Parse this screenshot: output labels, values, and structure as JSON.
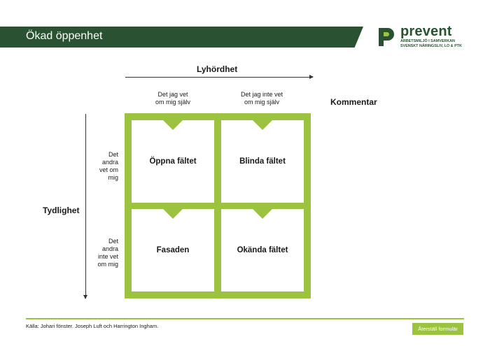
{
  "header": {
    "title": "Ökad öppenhet"
  },
  "logo": {
    "name": "prevent",
    "subtitle_line1": "ARBETSMILJÖ I SAMVERKAN",
    "subtitle_line2": "SVENSKT NÄRINGSLIV, LO & PTK",
    "brand_color": "#2a5232",
    "accent_color": "#9cc33f"
  },
  "axes": {
    "horizontal": "Lyhördhet",
    "vertical": "Tydlighet",
    "comment_heading": "Kommentar"
  },
  "columns": {
    "col1_line1": "Det jag vet",
    "col1_line2": "om mig själv",
    "col2_line1": "Det jag inte vet",
    "col2_line2": "om mig själv"
  },
  "rows": {
    "row1_line1": "Det",
    "row1_line2": "andra",
    "row1_line3": "vet om",
    "row1_line4": "mig",
    "row2_line1": "Det",
    "row2_line2": "andra",
    "row2_line3": "inte vet",
    "row2_line4": "om mig"
  },
  "quadrants": {
    "open": "Öppna fältet",
    "blind": "Blinda fältet",
    "facade": "Fasaden",
    "unknown": "Okända fältet"
  },
  "footer": {
    "source": "Källa: Johari fönster. Joseph Luft och Harrington Ingham.",
    "reset_button": "Återställ formulär"
  }
}
